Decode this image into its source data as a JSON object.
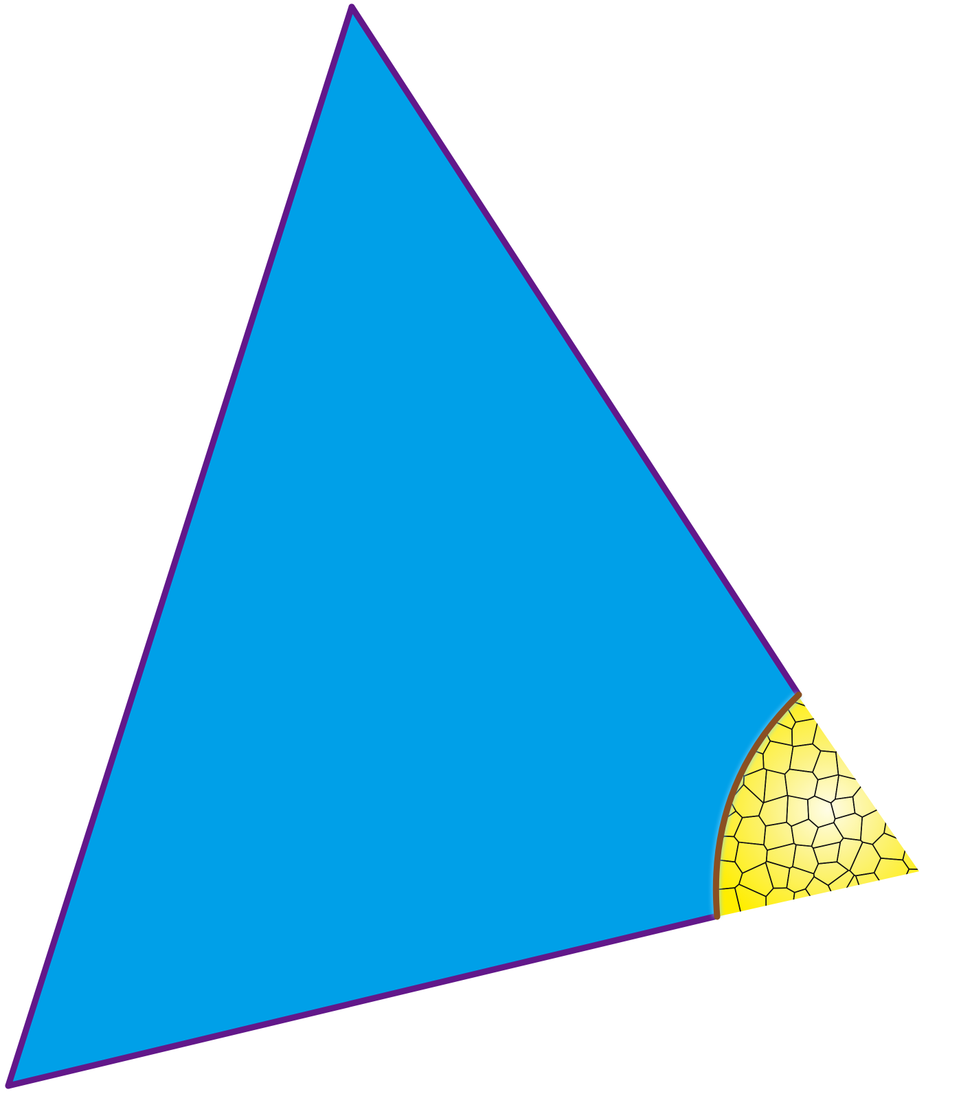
{
  "figure": {
    "description_kind": "geometry-diagram",
    "shape": "triangle",
    "colors": {
      "fill": "#00A0E8",
      "outline": "#62188A",
      "arc": "#8A4F22",
      "sector_light": "#FFFDE6",
      "sector_dark": "#FFF200",
      "cell_lines": "#111111"
    },
    "parts": {
      "main": "triangle-body",
      "corner_piece": "torn-off-corner-sector",
      "mark": "angle-arc"
    }
  }
}
